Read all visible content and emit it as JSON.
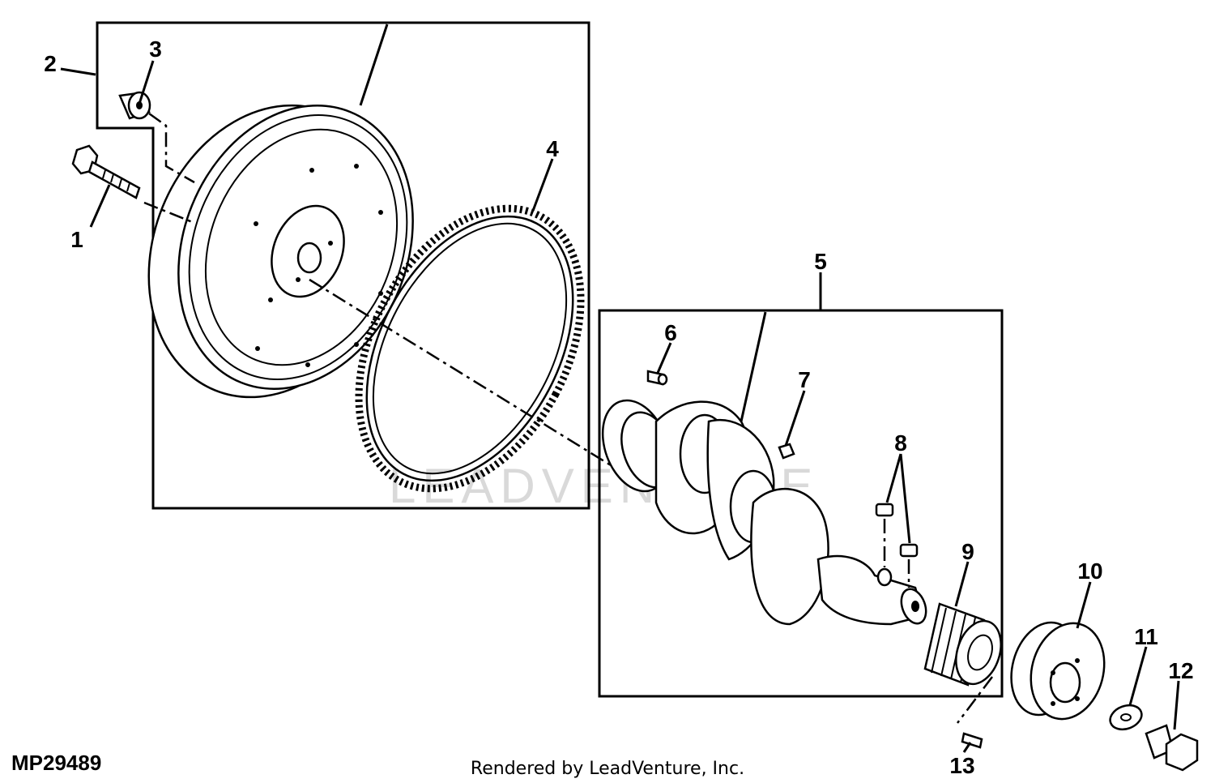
{
  "diagram": {
    "figure_code": "MP29489",
    "credit": "Rendered by LeadVenture, Inc.",
    "watermark": "LEADVENTURE",
    "callouts": {
      "c1": "1",
      "c2": "2",
      "c3": "3",
      "c4": "4",
      "c5": "5",
      "c6": "6",
      "c7": "7",
      "c8": "8",
      "c9": "9",
      "c10": "10",
      "c11": "11",
      "c12": "12",
      "c13": "13"
    }
  }
}
